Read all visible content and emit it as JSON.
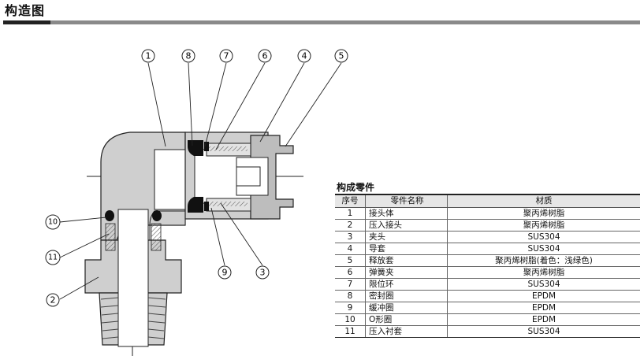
{
  "header": {
    "title": "构造图"
  },
  "diagram": {
    "callouts": [
      "1",
      "8",
      "7",
      "6",
      "4",
      "5",
      "10",
      "11",
      "2",
      "9",
      "3"
    ]
  },
  "parts": {
    "title": "构成零件",
    "columns": [
      "序号",
      "零件名称",
      "材质"
    ],
    "rows": [
      {
        "no": "1",
        "name": "接头体",
        "material": "聚丙烯树脂"
      },
      {
        "no": "2",
        "name": "压入接头",
        "material": "聚丙烯树脂"
      },
      {
        "no": "3",
        "name": "夹头",
        "material": "SUS304"
      },
      {
        "no": "4",
        "name": "导套",
        "material": "SUS304"
      },
      {
        "no": "5",
        "name": "释放套",
        "material": "聚丙烯树脂(着色：浅绿色)"
      },
      {
        "no": "6",
        "name": "弹簧夹",
        "material": "聚丙烯树脂"
      },
      {
        "no": "7",
        "name": "限位环",
        "material": "SUS304"
      },
      {
        "no": "8",
        "name": "密封圈",
        "material": "EPDM"
      },
      {
        "no": "9",
        "name": "缓冲圈",
        "material": "EPDM"
      },
      {
        "no": "10",
        "name": "O形圈",
        "material": "EPDM"
      },
      {
        "no": "11",
        "name": "压入衬套",
        "material": "SUS304"
      }
    ]
  }
}
